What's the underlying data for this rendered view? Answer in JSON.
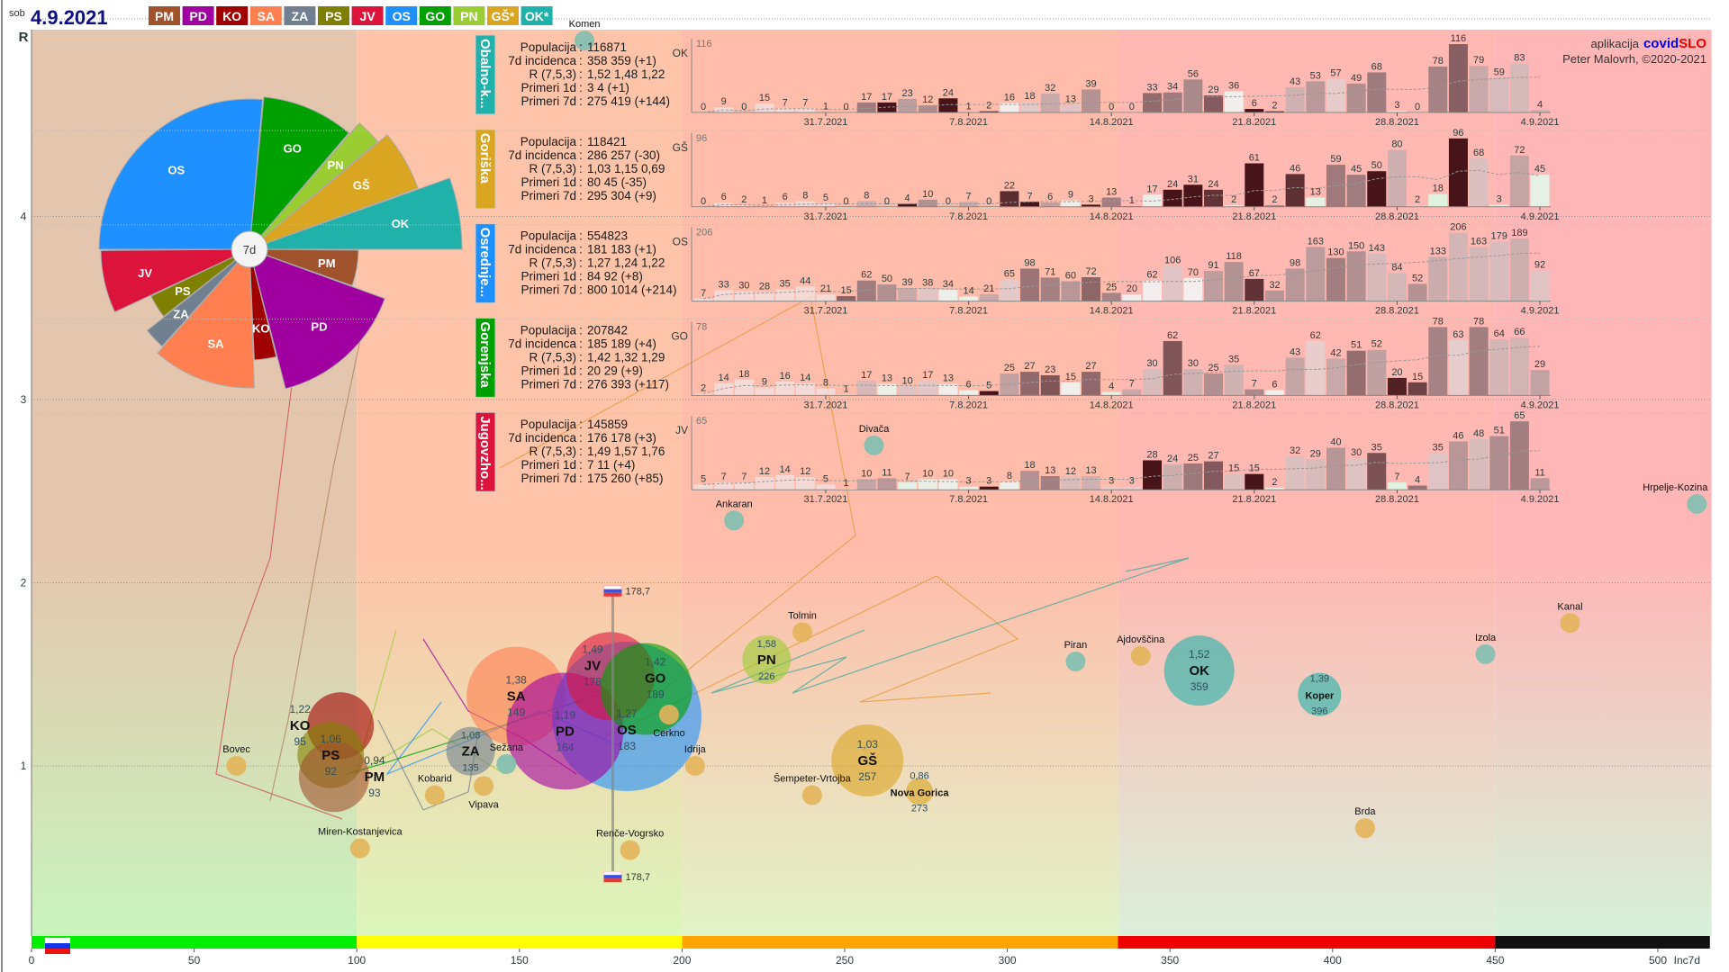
{
  "header": {
    "day": "sob",
    "date": "4.9.2021"
  },
  "legend": [
    {
      "code": "PM",
      "color": "#a0522d"
    },
    {
      "code": "PD",
      "color": "#a000a0"
    },
    {
      "code": "KO",
      "color": "#a00000"
    },
    {
      "code": "SA",
      "color": "#ff7f50"
    },
    {
      "code": "ZA",
      "color": "#708090"
    },
    {
      "code": "PS",
      "color": "#808000"
    },
    {
      "code": "JV",
      "color": "#dc143c"
    },
    {
      "code": "OS",
      "color": "#1e90ff"
    },
    {
      "code": "GO",
      "color": "#00a000"
    },
    {
      "code": "PN",
      "color": "#9acd32"
    },
    {
      "code": "GŠ*",
      "color": "#daa520"
    },
    {
      "code": "OK*",
      "color": "#20b2aa"
    }
  ],
  "credits": {
    "prefix": "aplikacija",
    "brand_a": "covid",
    "brand_b": "SLO",
    "author": "Peter Malovrh, ©2020-2021"
  },
  "date_ticks": [
    "31.7.2021",
    "7.8.2021",
    "14.8.2021",
    "21.8.2021",
    "28.8.2021",
    "4.9.2021"
  ],
  "regions": [
    {
      "name": "Obalno-k...",
      "code": "OK",
      "color": "#20b2aa",
      "ymax": "116",
      "stats": [
        [
          "Populacija",
          "116871"
        ],
        [
          "7d incidenca",
          "358 359 (+1)"
        ],
        [
          "R (7,5,3)",
          "1,52 1,48 1,22"
        ],
        [
          "Primeri 1d",
          "3 4 (+1)"
        ],
        [
          "Primeri 7d",
          "275 419 (+144)"
        ]
      ],
      "bars": [
        0,
        9,
        0,
        15,
        7,
        7,
        1,
        0,
        17,
        17,
        23,
        12,
        24,
        1,
        2,
        16,
        18,
        32,
        13,
        39,
        0,
        0,
        33,
        34,
        56,
        29,
        36,
        6,
        2,
        43,
        53,
        57,
        49,
        68,
        3,
        0,
        78,
        116,
        79,
        59,
        83,
        4
      ]
    },
    {
      "name": "Goriška",
      "code": "GŠ",
      "color": "#daa520",
      "ymax": "96",
      "stats": [
        [
          "Populacija",
          "118421"
        ],
        [
          "7d incidenca",
          "286 257 (-30)"
        ],
        [
          "R (7,5,3)",
          "1,03 1,15 0,69"
        ],
        [
          "Primeri 1d",
          "80 45 (-35)"
        ],
        [
          "Primeri 7d",
          "295 304 (+9)"
        ]
      ],
      "bars": [
        0,
        6,
        2,
        1,
        6,
        8,
        5,
        0,
        8,
        0,
        4,
        10,
        0,
        7,
        0,
        22,
        7,
        6,
        9,
        3,
        13,
        1,
        17,
        24,
        31,
        24,
        2,
        61,
        2,
        46,
        13,
        59,
        45,
        50,
        80,
        2,
        18,
        96,
        68,
        3,
        72,
        45
      ]
    },
    {
      "name": "Osrednje...",
      "code": "OS",
      "color": "#1e90ff",
      "ymax": "206",
      "stats": [
        [
          "Populacija",
          "554823"
        ],
        [
          "7d incidenca",
          "181 183 (+1)"
        ],
        [
          "R (7,5,3)",
          "1,27 1,24 1,22"
        ],
        [
          "Primeri 1d",
          "84 92 (+8)"
        ],
        [
          "Primeri 7d",
          "800 1014 (+214)"
        ]
      ],
      "bars": [
        7,
        33,
        30,
        28,
        35,
        44,
        21,
        15,
        62,
        50,
        39,
        38,
        34,
        14,
        21,
        65,
        98,
        71,
        60,
        72,
        25,
        20,
        62,
        106,
        70,
        91,
        118,
        67,
        32,
        98,
        163,
        130,
        150,
        143,
        84,
        52,
        133,
        206,
        163,
        179,
        189,
        92
      ]
    },
    {
      "name": "Gorenjska",
      "code": "GO",
      "color": "#00a000",
      "ymax": "78",
      "stats": [
        [
          "Populacija",
          "207842"
        ],
        [
          "7d incidenca",
          "185 189 (+4)"
        ],
        [
          "R (7,5,3)",
          "1,42 1,32 1,29"
        ],
        [
          "Primeri 1d",
          "20 29 (+9)"
        ],
        [
          "Primeri 7d",
          "276 393 (+117)"
        ]
      ],
      "bars": [
        2,
        14,
        18,
        9,
        16,
        14,
        8,
        1,
        17,
        13,
        10,
        17,
        13,
        6,
        5,
        25,
        27,
        23,
        15,
        27,
        4,
        7,
        30,
        62,
        30,
        25,
        35,
        7,
        6,
        43,
        62,
        42,
        51,
        52,
        20,
        15,
        78,
        63,
        78,
        64,
        66,
        29
      ]
    },
    {
      "name": "Jugovzho...",
      "code": "JV",
      "color": "#dc143c",
      "ymax": "65",
      "stats": [
        [
          "Populacija",
          "145859"
        ],
        [
          "7d incidenca",
          "176 178 (+3)"
        ],
        [
          "R (7,5,3)",
          "1,49 1,57 1,76"
        ],
        [
          "Primeri 1d",
          "7 11 (+4)"
        ],
        [
          "Primeri 7d",
          "175 260 (+85)"
        ]
      ],
      "bars": [
        5,
        7,
        7,
        12,
        14,
        12,
        5,
        1,
        10,
        11,
        7,
        10,
        10,
        3,
        3,
        8,
        18,
        13,
        12,
        13,
        3,
        3,
        28,
        24,
        25,
        27,
        15,
        15,
        2,
        32,
        29,
        40,
        30,
        35,
        7,
        4,
        35,
        46,
        48,
        51,
        65,
        11
      ]
    }
  ],
  "chart_data": {
    "type": "scatter",
    "xlabel": "Inc7d",
    "ylabel": "R",
    "xlim": [
      0,
      516
    ],
    "ylim": [
      0,
      5
    ],
    "x_ticks": [
      "0",
      "50",
      "100",
      "150",
      "200",
      "250",
      "300",
      "350",
      "400",
      "450",
      "500"
    ],
    "y_ticks": [
      "1",
      "2",
      "3",
      "4"
    ],
    "bands": [
      {
        "from": 0,
        "to": 100,
        "color": "#00ee00"
      },
      {
        "from": 100,
        "to": 200,
        "color": "#ffff00"
      },
      {
        "from": 200,
        "to": 334,
        "color": "#ffa500"
      },
      {
        "from": 334,
        "to": 450,
        "color": "#ee0000"
      },
      {
        "from": 450,
        "to": 516,
        "color": "#111111"
      }
    ],
    "slovenia": {
      "inc": 178.7,
      "label": "178,7",
      "r_top": 1.93,
      "r_bottom": 0.37
    },
    "region_bubbles": [
      {
        "code": "PM",
        "inc": 93,
        "r": 0.94,
        "r_label": "0,94",
        "inc_label": "93",
        "color": "#a0522d"
      },
      {
        "code": "PS",
        "inc": 92,
        "r": 1.06,
        "r_label": "1,06",
        "inc_label": "92",
        "color": "#808000"
      },
      {
        "code": "KO",
        "inc": 95,
        "r": 1.22,
        "r_label": "1,22",
        "inc_label": "95",
        "color": "#a00000"
      },
      {
        "code": "ZA",
        "inc": 135,
        "r": 1.08,
        "r_label": "1,08",
        "inc_label": "135",
        "color": "#708090"
      },
      {
        "code": "SA",
        "inc": 149,
        "r": 1.38,
        "r_label": "1,38",
        "inc_label": "149",
        "color": "#ff7f50"
      },
      {
        "code": "PD",
        "inc": 164,
        "r": 1.19,
        "r_label": "1,19",
        "inc_label": "164",
        "color": "#a000a0"
      },
      {
        "code": "JV",
        "inc": 178,
        "r": 1.49,
        "r_label": "1,49",
        "inc_label": "178",
        "color": "#dc143c"
      },
      {
        "code": "OS",
        "inc": 183,
        "r": 1.27,
        "r_label": "1,27",
        "inc_label": "183",
        "color": "#1e90ff"
      },
      {
        "code": "GO",
        "inc": 189,
        "r": 1.42,
        "r_label": "1,42",
        "inc_label": "189",
        "color": "#00a000"
      },
      {
        "code": "PN",
        "inc": 226,
        "r": 1.58,
        "r_label": "1,58",
        "inc_label": "226",
        "color": "#9acd32"
      },
      {
        "code": "GŠ",
        "inc": 257,
        "r": 1.03,
        "r_label": "1,03",
        "inc_label": "257",
        "color": "#daa520"
      },
      {
        "code": "Nova Gorica",
        "inc": 273,
        "r": 0.86,
        "r_label": "0,86",
        "inc_label": "273",
        "color": "#daa520"
      },
      {
        "code": "OK",
        "inc": 359,
        "r": 1.52,
        "r_label": "1,52",
        "inc_label": "359",
        "color": "#20b2aa"
      },
      {
        "code": "Koper",
        "inc": 396,
        "r": 1.39,
        "r_label": "1,39",
        "inc_label": "396",
        "color": "#20b2aa"
      }
    ],
    "municipalities": [
      {
        "name": "Komen",
        "inc": 170,
        "r": 4.96,
        "group": "OK"
      },
      {
        "name": "Ankaran",
        "inc": 216,
        "r": 2.34,
        "group": "OK"
      },
      {
        "name": "Divača",
        "inc": 259,
        "r": 2.75,
        "group": "OK"
      },
      {
        "name": "Hrpelje-Kozina",
        "inc": 512,
        "r": 2.43,
        "group": "OK"
      },
      {
        "name": "Kanal",
        "inc": 473,
        "r": 1.78,
        "group": "GŠ"
      },
      {
        "name": "Tolmin",
        "inc": 237,
        "r": 1.73,
        "group": "GŠ"
      },
      {
        "name": "Piran",
        "inc": 321,
        "r": 1.57,
        "group": "OK"
      },
      {
        "name": "Ajdovščina",
        "inc": 341,
        "r": 1.6,
        "group": "GŠ"
      },
      {
        "name": "Izola",
        "inc": 447,
        "r": 1.61,
        "group": "OK"
      },
      {
        "name": "Cerkno",
        "inc": 196,
        "r": 1.28,
        "group": "GŠ"
      },
      {
        "name": "Idrija",
        "inc": 204,
        "r": 1.0,
        "group": "GŠ"
      },
      {
        "name": "Šempeter-Vrtojba",
        "inc": 240,
        "r": 0.84,
        "group": "GŠ"
      },
      {
        "name": "Brda",
        "inc": 410,
        "r": 0.66,
        "group": "GŠ"
      },
      {
        "name": "Bovec",
        "inc": 63,
        "r": 1.0,
        "group": "GŠ"
      },
      {
        "name": "Kobarid",
        "inc": 124,
        "r": 0.84,
        "group": "GŠ"
      },
      {
        "name": "Vipava",
        "inc": 139,
        "r": 0.89,
        "group": "GŠ"
      },
      {
        "name": "Sežana",
        "inc": 146,
        "r": 1.01,
        "group": "OK"
      },
      {
        "name": "Miren-Kostanjevica",
        "inc": 101,
        "r": 0.55,
        "group": "GŠ"
      },
      {
        "name": "Renče-Vogrsko",
        "inc": 184,
        "r": 0.54,
        "group": "GŠ"
      }
    ],
    "group_colors": {
      "OK": "#7fbfb0",
      "GŠ": "#e3b45a"
    }
  },
  "pie": {
    "center_label": "7d",
    "slices": [
      {
        "code": "OK",
        "color": "#20b2aa"
      },
      {
        "code": "GŠ",
        "color": "#daa520"
      },
      {
        "code": "PN",
        "color": "#9acd32"
      },
      {
        "code": "GO",
        "color": "#00a000"
      },
      {
        "code": "OS",
        "color": "#1e90ff"
      },
      {
        "code": "JV",
        "color": "#dc143c"
      },
      {
        "code": "PS",
        "color": "#808000"
      },
      {
        "code": "ZA",
        "color": "#708090"
      },
      {
        "code": "SA",
        "color": "#ff7f50"
      },
      {
        "code": "KO",
        "color": "#a00000"
      },
      {
        "code": "PD",
        "color": "#a000a0"
      },
      {
        "code": "PM",
        "color": "#a0522d"
      }
    ]
  }
}
